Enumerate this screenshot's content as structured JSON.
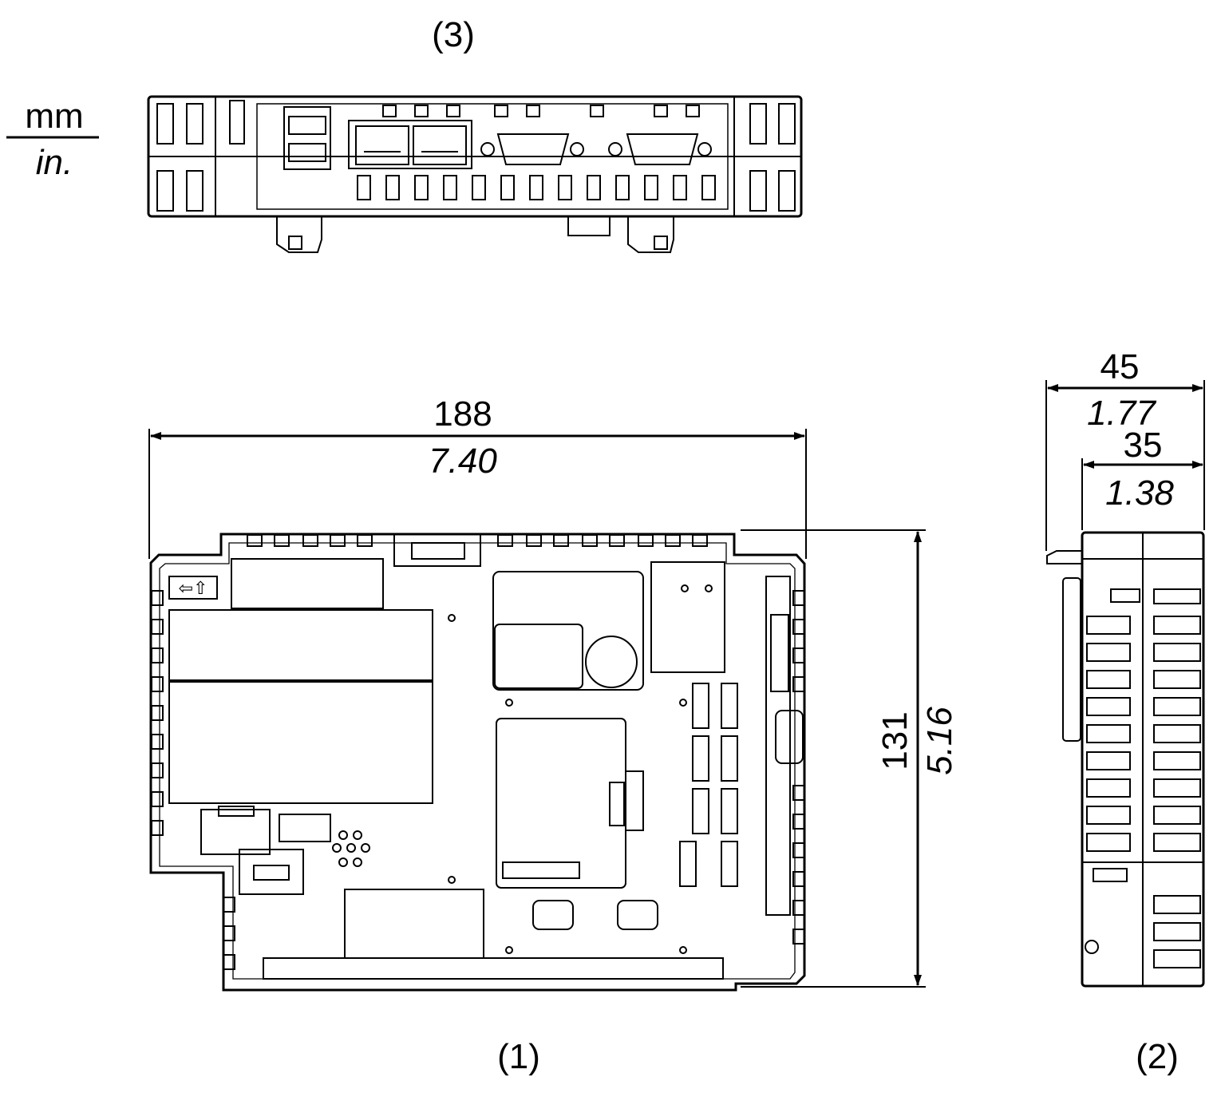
{
  "units": {
    "metric": "mm",
    "imperial": "in."
  },
  "views": {
    "front": {
      "label": "(1)"
    },
    "side": {
      "label": "(2)"
    },
    "top": {
      "label": "(3)"
    }
  },
  "dimensions": {
    "width": {
      "mm": "188",
      "in": "7.40"
    },
    "height": {
      "mm": "131",
      "in": "5.16"
    },
    "depth_total": {
      "mm": "45",
      "in": "1.77"
    },
    "depth_body": {
      "mm": "35",
      "in": "1.38"
    }
  }
}
